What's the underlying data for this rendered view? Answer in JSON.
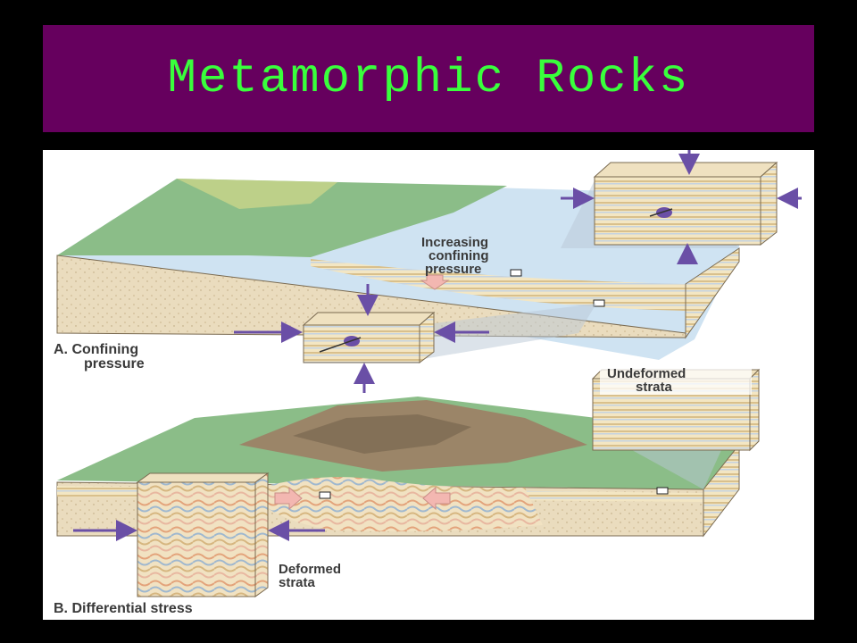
{
  "slide": {
    "title": "Metamorphic Rocks"
  },
  "diagram": {
    "top_panel": {
      "caption_line1": "A. Confining",
      "caption_line2": "pressure",
      "callout_line1": "Increasing",
      "callout_line2": "confining",
      "callout_line3": "pressure"
    },
    "bottom_panel": {
      "caption": "B. Differential stress",
      "undeformed_line1": "Undeformed",
      "undeformed_line2": "strata",
      "deformed_line1": "Deformed",
      "deformed_line2": "strata"
    },
    "colors": {
      "title_bg": "#66005e",
      "title_text": "#39ff3c",
      "arrow": "#6a4fa6",
      "stress_arrow": "#f3b7b1",
      "water": "#cfe3f2",
      "land": "#8bbd88"
    }
  }
}
